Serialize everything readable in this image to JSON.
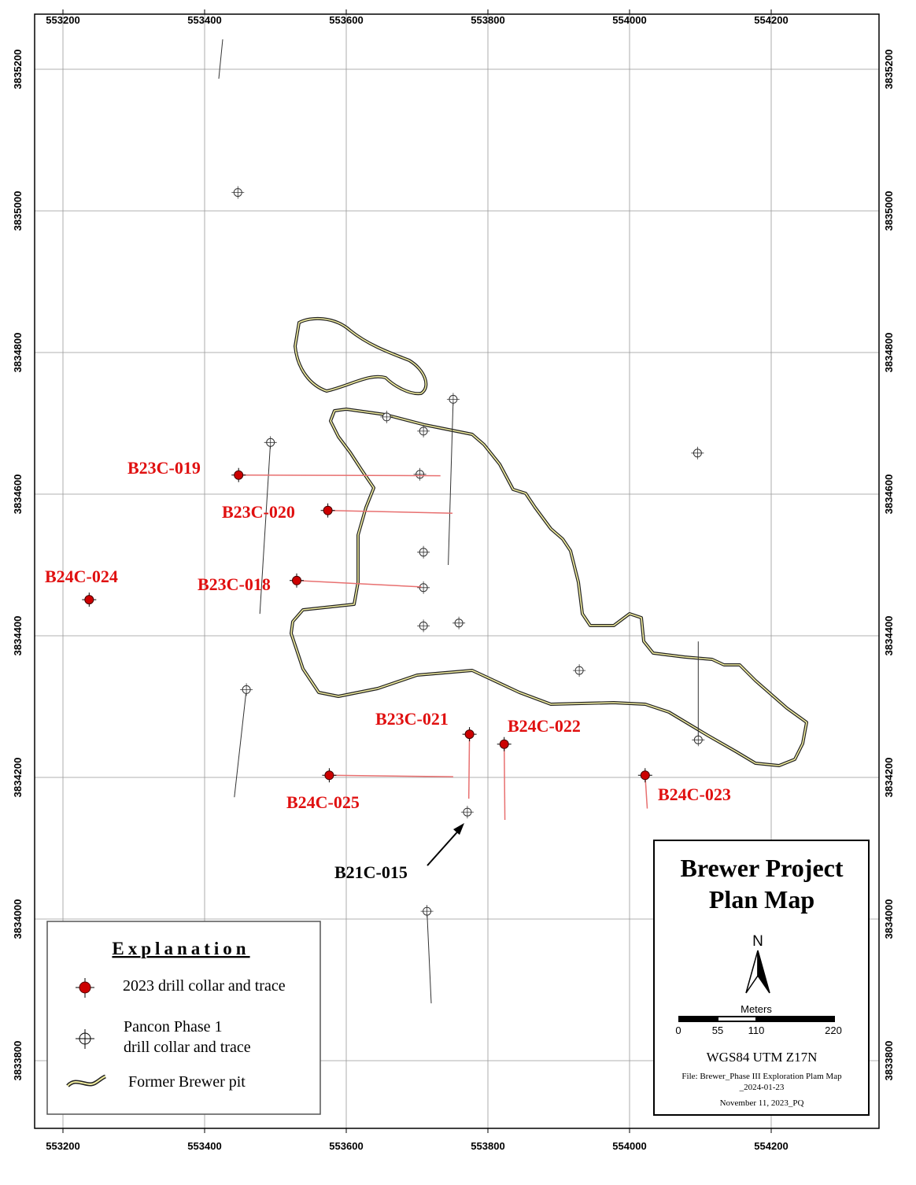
{
  "map": {
    "easting_ticks": [
      553200,
      553400,
      553600,
      553800,
      554000,
      554200
    ],
    "northing_ticks": [
      3835200,
      3835000,
      3834800,
      3834600,
      3834400,
      3834200,
      3834000,
      3833800
    ],
    "colors": {
      "collar_2023": "#cc0000",
      "trace_2023": "#e87070",
      "label_2023": "#e01010",
      "pit_fill": "#f2eea0",
      "grid": "#999999"
    }
  },
  "drillholes_2023": [
    {
      "id": "B23C-019",
      "collar": [
        553448,
        3834627
      ],
      "end": [
        553733,
        3834626
      ]
    },
    {
      "id": "B23C-020",
      "collar": [
        553574,
        3834577
      ],
      "end": [
        553750,
        3834573
      ]
    },
    {
      "id": "B23C-018",
      "collar": [
        553530,
        3834478
      ],
      "end": [
        553706,
        3834469
      ]
    },
    {
      "id": "B24C-024",
      "collar": [
        553237,
        3834451
      ],
      "end": [
        553237,
        3834451
      ]
    },
    {
      "id": "B23C-021",
      "collar": [
        553774,
        3834261
      ],
      "end": [
        553773,
        3834170
      ]
    },
    {
      "id": "B24C-022",
      "collar": [
        553823,
        3834247
      ],
      "end": [
        553824,
        3834140
      ]
    },
    {
      "id": "B24C-025",
      "collar": [
        553576,
        3834203
      ],
      "end": [
        553751,
        3834201
      ]
    },
    {
      "id": "B24C-023",
      "collar": [
        554022,
        3834203
      ],
      "end": [
        554025,
        3834156
      ]
    }
  ],
  "drillholes_pancon": [
    {
      "collar": [
        553447,
        3835026
      ]
    },
    {
      "collar": [
        553493,
        3834673
      ],
      "end": [
        553478,
        3834431
      ]
    },
    {
      "collar": [
        553657,
        3834709
      ]
    },
    {
      "collar": [
        553709,
        3834689
      ]
    },
    {
      "collar": [
        553751,
        3834734
      ],
      "end": [
        553744,
        3834500
      ]
    },
    {
      "collar": [
        553704,
        3834628
      ]
    },
    {
      "collar": [
        553709,
        3834518
      ]
    },
    {
      "collar": [
        553709,
        3834468
      ]
    },
    {
      "collar": [
        553709,
        3834414
      ]
    },
    {
      "collar": [
        553759,
        3834418
      ]
    },
    {
      "collar": [
        553929,
        3834351
      ]
    },
    {
      "collar": [
        554096,
        3834658
      ]
    },
    {
      "collar": [
        554097,
        3834253
      ],
      "end": [
        554097,
        3834392
      ]
    },
    {
      "collar": [
        553459,
        3834324
      ],
      "end": [
        553442,
        3834172
      ]
    },
    {
      "id": "B21C-015",
      "collar": [
        553771,
        3834151
      ]
    },
    {
      "collar": [
        553714,
        3834011
      ],
      "end": [
        553720,
        3833881
      ]
    }
  ],
  "legend": {
    "title": "Explanation",
    "items": [
      {
        "label": "2023 drill collar and trace"
      },
      {
        "label_line1": "Pancon Phase 1",
        "label_line2": "drill collar and trace"
      },
      {
        "label": "Former Brewer pit"
      }
    ]
  },
  "title_block": {
    "title_line1": "Brewer Project",
    "title_line2": "Plan Map",
    "north": "N",
    "scale_unit": "Meters",
    "scale_ticks": [
      "0",
      "55",
      "110",
      "220"
    ],
    "projection": "WGS84 UTM Z17N",
    "file_line1": "File:  Brewer_Phase III Exploration Plam Map",
    "file_line2": "_2024-01-23",
    "date": "November 11, 2023_PQ"
  }
}
